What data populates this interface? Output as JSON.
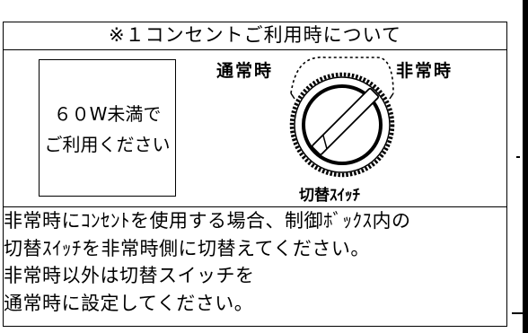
{
  "title": "※１コンセントご利用時について",
  "box_text": {
    "line1": "６０W未満で",
    "line2": "ご利用ください"
  },
  "labels": {
    "normal": "通常時",
    "emergency": "非常時",
    "switch": "切替ｽｲｯﾁ"
  },
  "notes": [
    "非常時にｺﾝｾﾝﾄを使用する場合、制御ﾎﾞｯｸｽ内の",
    "切替ｽｲｯﾁを非常時側に切替えてください。",
    "非常時以外は切替スイッチを",
    "通常時に設定してください。"
  ]
}
